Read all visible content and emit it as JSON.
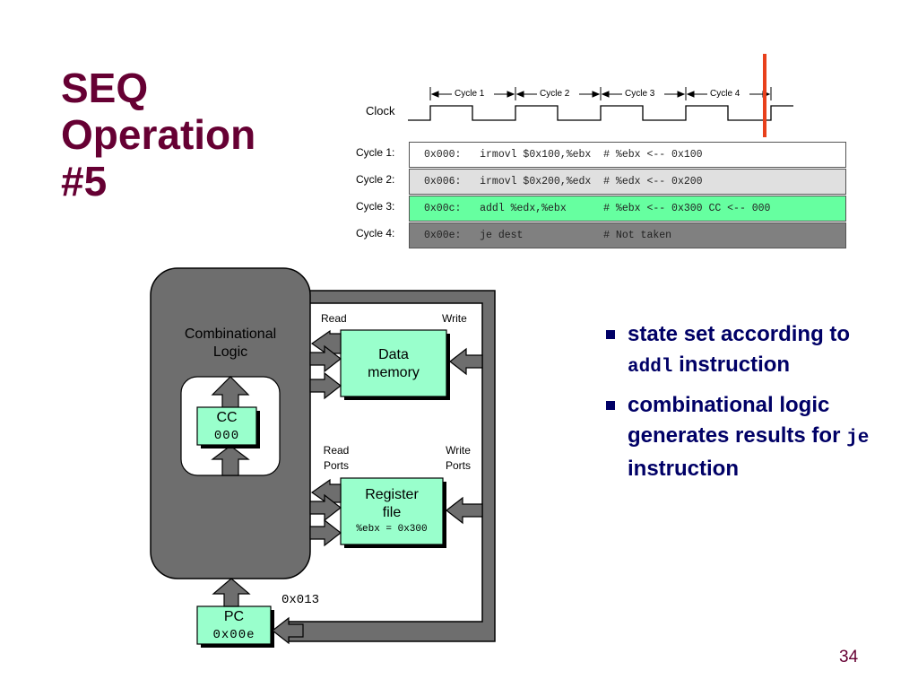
{
  "slide": {
    "title_lines": [
      "SEQ",
      "Operation",
      "#5"
    ],
    "page_number": "34"
  },
  "timing": {
    "clock_label": "Clock",
    "cycle_labels": [
      "Cycle 1",
      "Cycle 2",
      "Cycle 3",
      "Cycle 4"
    ],
    "marker_color": "#e8401c"
  },
  "instructions": [
    {
      "label": "Cycle 1:",
      "text": "0x000:   irmovl $0x100,%ebx  # %ebx <-- 0x100",
      "color": "#ffffff"
    },
    {
      "label": "Cycle 2:",
      "text": "0x006:   irmovl $0x200,%edx  # %edx <-- 0x200",
      "color": "#e0e0e0"
    },
    {
      "label": "Cycle 3:",
      "text": "0x00c:   addl %edx,%ebx      # %ebx <-- 0x300 CC <-- 000",
      "color": "#66ffa0"
    },
    {
      "label": "Cycle 4:",
      "text": "0x00e:   je dest             # Not taken",
      "color": "#808080"
    }
  ],
  "diagram": {
    "comb_logic_label": [
      "Combinational",
      "Logic"
    ],
    "cc_label": "CC",
    "cc_value": "000",
    "read_label": "Read",
    "write_label": "Write",
    "data_memory_label": [
      "Data",
      "memory"
    ],
    "read_ports_label": [
      "Read",
      "Ports"
    ],
    "write_ports_label": [
      "Write",
      "Ports"
    ],
    "register_file_label": [
      "Register",
      "file"
    ],
    "register_file_value": "%ebx = 0x300",
    "pc_label": "PC",
    "pc_value": "0x00e",
    "next_pc_value": "0x013",
    "green": "#99ffcc",
    "gray": "#6e6e6e"
  },
  "bullets": [
    {
      "parts": [
        "state set according to ",
        "addl",
        " instruction"
      ]
    },
    {
      "parts": [
        "combinational logic generates results for ",
        "je",
        " instruction"
      ]
    }
  ]
}
